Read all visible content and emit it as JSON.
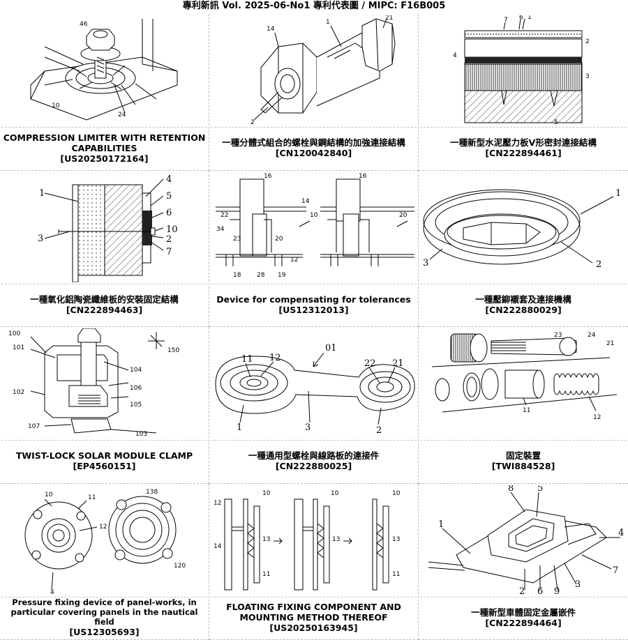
{
  "header": {
    "text": "專利新訊  Vol. 2025-06-No1  專利代表圖  /  MIPC:  F16B005"
  },
  "patents": [
    {
      "title": "COMPRESSION LIMITER WITH RETENTION CAPABILITIES",
      "number": "[US20250172164]",
      "figure_icon": "compression-limiter-drawing"
    },
    {
      "title": "一種分體式組合的螺栓與鋼結構的加強連接結構",
      "number": "[CN120042840]",
      "figure_icon": "bolt-assembly-drawing"
    },
    {
      "title": "一種新型水泥壓力板V形密封連接結構",
      "number": "[CN222894461]",
      "figure_icon": "cement-board-section-drawing"
    },
    {
      "title": "一種氧化鋁陶瓷纖維板的安裝固定結構",
      "number": "[CN222894463]",
      "figure_icon": "ceramic-board-section-drawing"
    },
    {
      "title": "Device for compensating for tolerances",
      "number": "[US12312013]",
      "figure_icon": "tolerance-device-drawing"
    },
    {
      "title": "一種壓鉚襯套及連接機構",
      "number": "[CN222880029]",
      "figure_icon": "rivet-bushing-drawing"
    },
    {
      "title": "TWIST-LOCK SOLAR MODULE CLAMP",
      "number": "[EP4560151]",
      "figure_icon": "solar-clamp-drawing"
    },
    {
      "title": "一種通用型螺栓與線路板的連接件",
      "number": "[CN222880025]",
      "figure_icon": "pcb-connector-drawing"
    },
    {
      "title": "固定裝置",
      "number": "[TWI884528]",
      "figure_icon": "fixing-device-exploded-drawing"
    },
    {
      "title": "Pressure fixing device of panel-works, in particular covering panels in the nautical field",
      "number": "[US12305693]",
      "figure_icon": "panel-pressure-fixing-drawing"
    },
    {
      "title": "FLOATING FIXING COMPONENT AND MOUNTING METHOD THEREOF",
      "number": "[US20250163945]",
      "figure_icon": "floating-fixing-sequence-drawing"
    },
    {
      "title": "一種新型車體固定金屬嵌件",
      "number": "[CN222894464]",
      "figure_icon": "metal-insert-drawing"
    }
  ],
  "figure_labels": {
    "f3": [
      "1",
      "2",
      "3",
      "4",
      "5",
      "6"
    ],
    "f4": [
      "1",
      "2",
      "3",
      "4",
      "5",
      "6",
      "7",
      "10"
    ],
    "f5": [
      "16",
      "14",
      "34",
      "22",
      "10",
      "23",
      "20",
      "12",
      "18",
      "28",
      "19"
    ],
    "f6": [
      "1",
      "2",
      "3"
    ],
    "f7": [
      "100",
      "101",
      "102",
      "103",
      "104",
      "105",
      "106",
      "107",
      "150"
    ],
    "f8": [
      "01",
      "11",
      "12",
      "21",
      "22",
      "1",
      "2",
      "3"
    ],
    "f12": [
      "1",
      "2",
      "3",
      "4",
      "5",
      "6",
      "7",
      "8",
      "9"
    ]
  }
}
